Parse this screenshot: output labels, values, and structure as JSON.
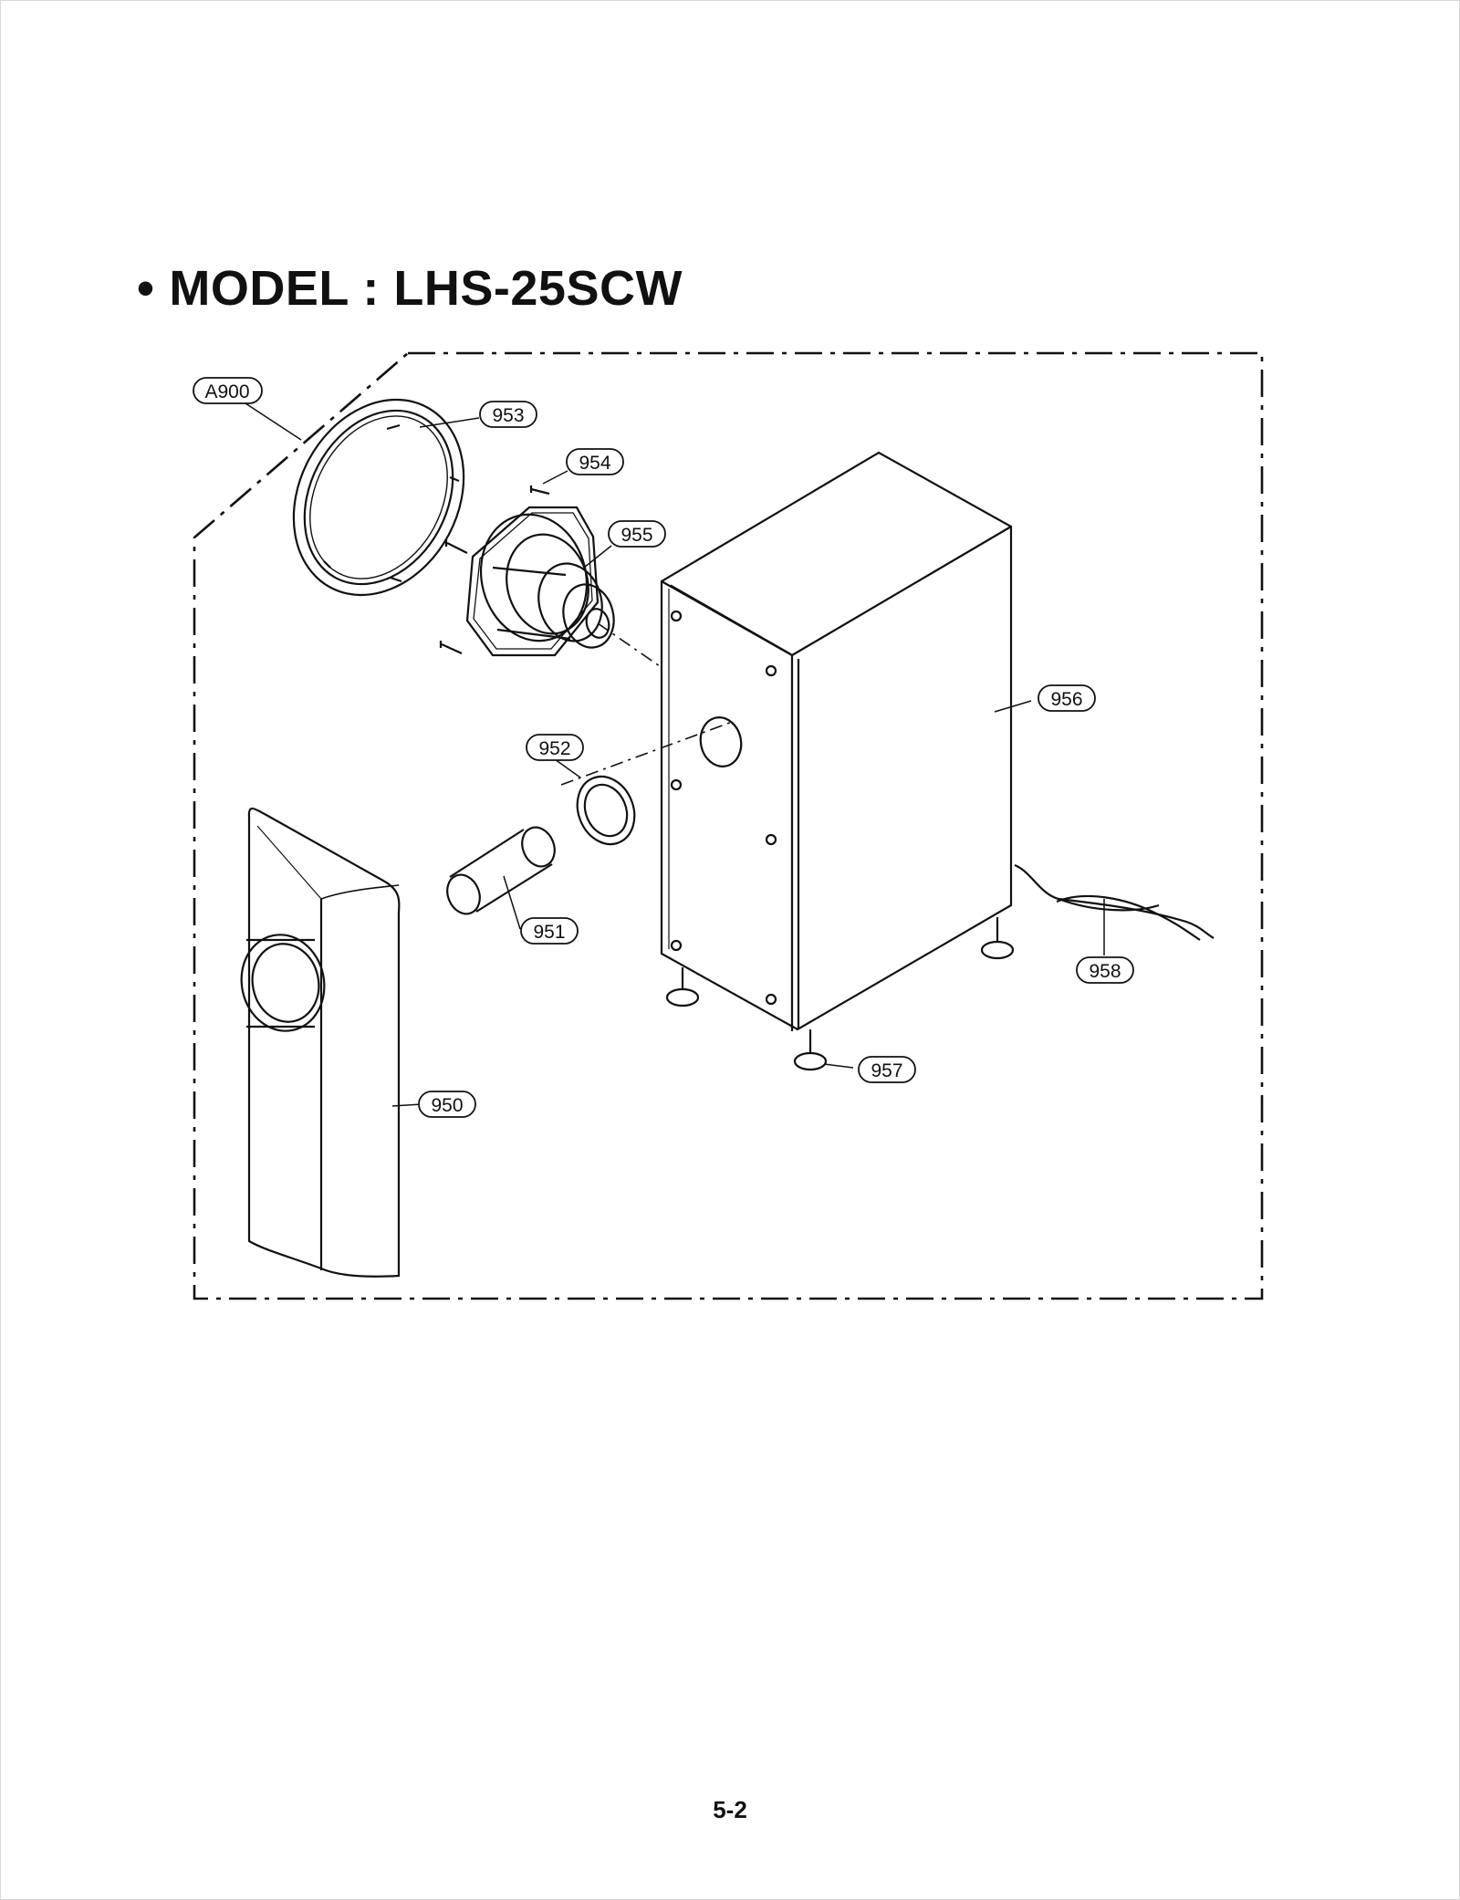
{
  "page": {
    "title_bullet": "•",
    "title": "MODEL : LHS-25SCW",
    "page_number": "5-2"
  },
  "callouts": [
    {
      "id": "A900",
      "label": "A900"
    },
    {
      "id": "953",
      "label": "953"
    },
    {
      "id": "954",
      "label": "954"
    },
    {
      "id": "955",
      "label": "955"
    },
    {
      "id": "956",
      "label": "956"
    },
    {
      "id": "952",
      "label": "952"
    },
    {
      "id": "951",
      "label": "951"
    },
    {
      "id": "958",
      "label": "958"
    },
    {
      "id": "957",
      "label": "957"
    },
    {
      "id": "950",
      "label": "950"
    }
  ]
}
